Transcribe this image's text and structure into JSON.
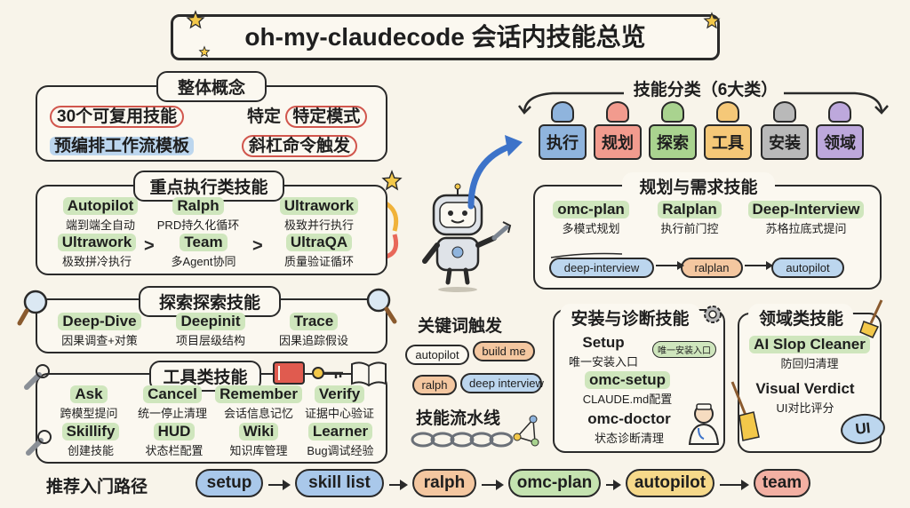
{
  "title": "oh-my-claudecode 会话内技能总览",
  "overview": {
    "title": "整体概念",
    "items": [
      "30个可复用技能",
      "特定",
      "特定模式",
      "预编排工作流模板",
      "斜杠命令触发"
    ]
  },
  "categories": {
    "title": "技能分类（6大类）",
    "items": [
      {
        "label": "执行",
        "color": "#8fb4dd"
      },
      {
        "label": "规划",
        "color": "#f29b8e"
      },
      {
        "label": "探索",
        "color": "#a9d38f"
      },
      {
        "label": "工具",
        "color": "#f5c878"
      },
      {
        "label": "安装",
        "color": "#b9b9b9"
      },
      {
        "label": "领域",
        "color": "#bda8dc"
      }
    ]
  },
  "execution": {
    "title": "重点执行类技能",
    "skills": [
      {
        "name": "Autopilot",
        "desc": "端到端全自动"
      },
      {
        "name": "Ralph",
        "desc": "PRD持久化循环"
      },
      {
        "name": "Ultrawork",
        "desc": "极致并行执行"
      },
      {
        "name": "Ultrawork",
        "desc": "极致拼冷执行"
      },
      {
        "name": "Team",
        "desc": "多Agent协同"
      },
      {
        "name": "UltraQA",
        "desc": "质量验证循环"
      }
    ],
    "sep": ">"
  },
  "planning": {
    "title": "规划与需求技能",
    "skills": [
      {
        "name": "omc-plan",
        "desc": "多模式规划"
      },
      {
        "name": "Ralplan",
        "desc": "执行前门控"
      },
      {
        "name": "Deep-Interview",
        "desc": "苏格拉底式提问"
      }
    ],
    "flow": [
      "deep-interview",
      "ralplan",
      "autopilot"
    ]
  },
  "explore": {
    "title": "探索探索技能",
    "skills": [
      {
        "name": "Deep-Dive",
        "desc": "因果调查+对策"
      },
      {
        "name": "Deepinit",
        "desc": "项目层级结构"
      },
      {
        "name": "Trace",
        "desc": "因果追踪假设"
      }
    ]
  },
  "tools": {
    "title": "工具类技能",
    "skills": [
      {
        "name": "Ask",
        "desc": "跨模型提问"
      },
      {
        "name": "Cancel",
        "desc": "统一停止清理"
      },
      {
        "name": "Remember",
        "desc": "会话信息记忆"
      },
      {
        "name": "Verify",
        "desc": "证据中心验证"
      },
      {
        "name": "Skillify",
        "desc": "创建技能"
      },
      {
        "name": "HUD",
        "desc": "状态栏配置"
      },
      {
        "name": "Wiki",
        "desc": "知识库管理"
      },
      {
        "name": "Learner",
        "desc": "Bug调试经验"
      }
    ]
  },
  "keywords": {
    "title": "关键词触发",
    "bubbles": [
      "autopilot",
      "build me",
      "ralph",
      "deep interview"
    ]
  },
  "pipeline": {
    "title": "技能流水线"
  },
  "setup": {
    "title": "安装与诊断技能",
    "skills": [
      {
        "name": "Setup",
        "desc": "唯一安装入口"
      },
      {
        "name": "omc-setup",
        "desc": "CLAUDE.md配置"
      },
      {
        "name": "omc-doctor",
        "desc": "状态诊断清理"
      }
    ],
    "badge": "唯一安装入口"
  },
  "domain": {
    "title": "领域类技能",
    "skills": [
      {
        "name": "AI Slop Cleaner",
        "desc": "防回归清理"
      },
      {
        "name": "Visual Verdict",
        "desc": "UI对比评分"
      }
    ],
    "ui_badge": "UI"
  },
  "path": {
    "title": "推荐入门路径",
    "steps": [
      {
        "label": "setup",
        "color": "#a9c8ea"
      },
      {
        "label": "skill list",
        "color": "#a9c8ea"
      },
      {
        "label": "ralph",
        "color": "#f4c7a0"
      },
      {
        "label": "omc-plan",
        "color": "#c5e3b0"
      },
      {
        "label": "autopilot",
        "color": "#f6d98a"
      },
      {
        "label": "team",
        "color": "#f3b0a3"
      }
    ]
  }
}
